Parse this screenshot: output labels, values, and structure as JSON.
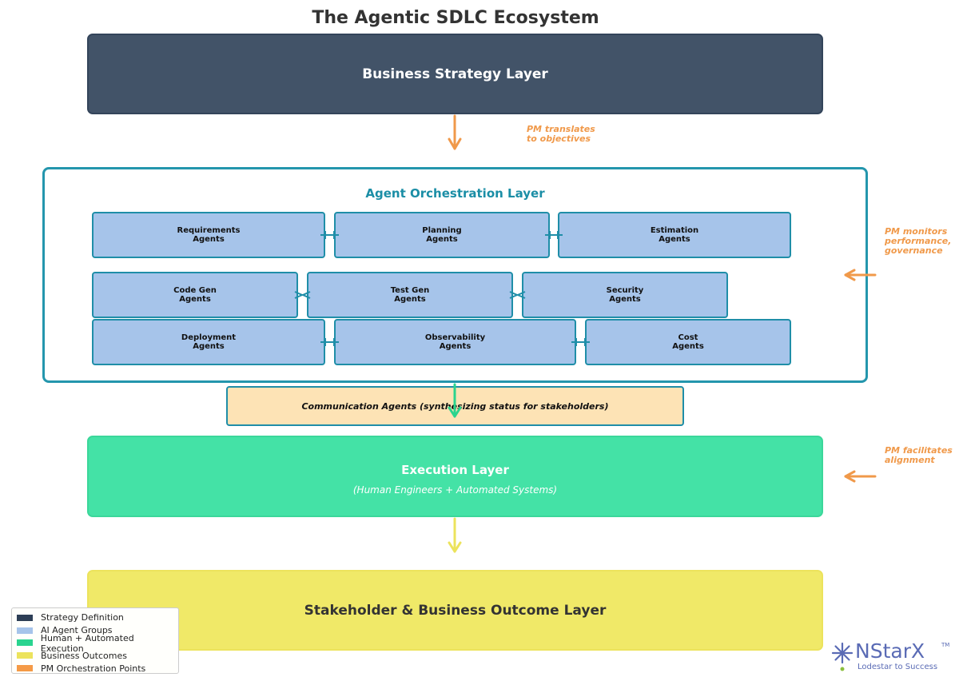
{
  "title": "The Agentic SDLC Ecosystem",
  "layers": {
    "strategy": "Business Strategy Layer",
    "orchestration": "Agent Orchestration Layer",
    "communication": "Communication Agents (synthesizing status for stakeholders)",
    "execution": "Execution Layer",
    "execution_sub": "(Human Engineers + Automated Systems)",
    "outcome": "Stakeholder & Business Outcome Layer"
  },
  "agents": [
    {
      "line1": "Requirements",
      "line2": "Agents"
    },
    {
      "line1": "Planning",
      "line2": "Agents"
    },
    {
      "line1": "Estimation",
      "line2": "Agents"
    },
    {
      "line1": "Code Gen",
      "line2": "Agents"
    },
    {
      "line1": "Test Gen",
      "line2": "Agents"
    },
    {
      "line1": "Security",
      "line2": "Agents"
    },
    {
      "line1": "Deployment",
      "line2": "Agents"
    },
    {
      "line1": "Observability",
      "line2": "Agents"
    },
    {
      "line1": "Cost",
      "line2": "Agents"
    }
  ],
  "pm_notes": {
    "translate": "PM translates\nto objectives",
    "monitor": "PM monitors\nperformance,\ngovernance",
    "facilitate": "PM facilitates\nalignment"
  },
  "legend": [
    {
      "label": "Strategy Definition",
      "color": "#2d3e55"
    },
    {
      "label": "AI Agent Groups",
      "color": "#a6c4ea"
    },
    {
      "label": "Human + Automated Execution",
      "color": "#2ad48e"
    },
    {
      "label": "Business Outcomes",
      "color": "#ece35c"
    },
    {
      "label": "PM Orchestration Points",
      "color": "#f59a46"
    }
  ],
  "logo": {
    "name": "NStarX",
    "tm": "TM",
    "tagline": "Lodestar to Success"
  },
  "colors": {
    "orange": "#f0994a",
    "teal": "#1f8ea8",
    "green_arrow": "#2ad48e",
    "yellow_arrow": "#ece35c"
  }
}
